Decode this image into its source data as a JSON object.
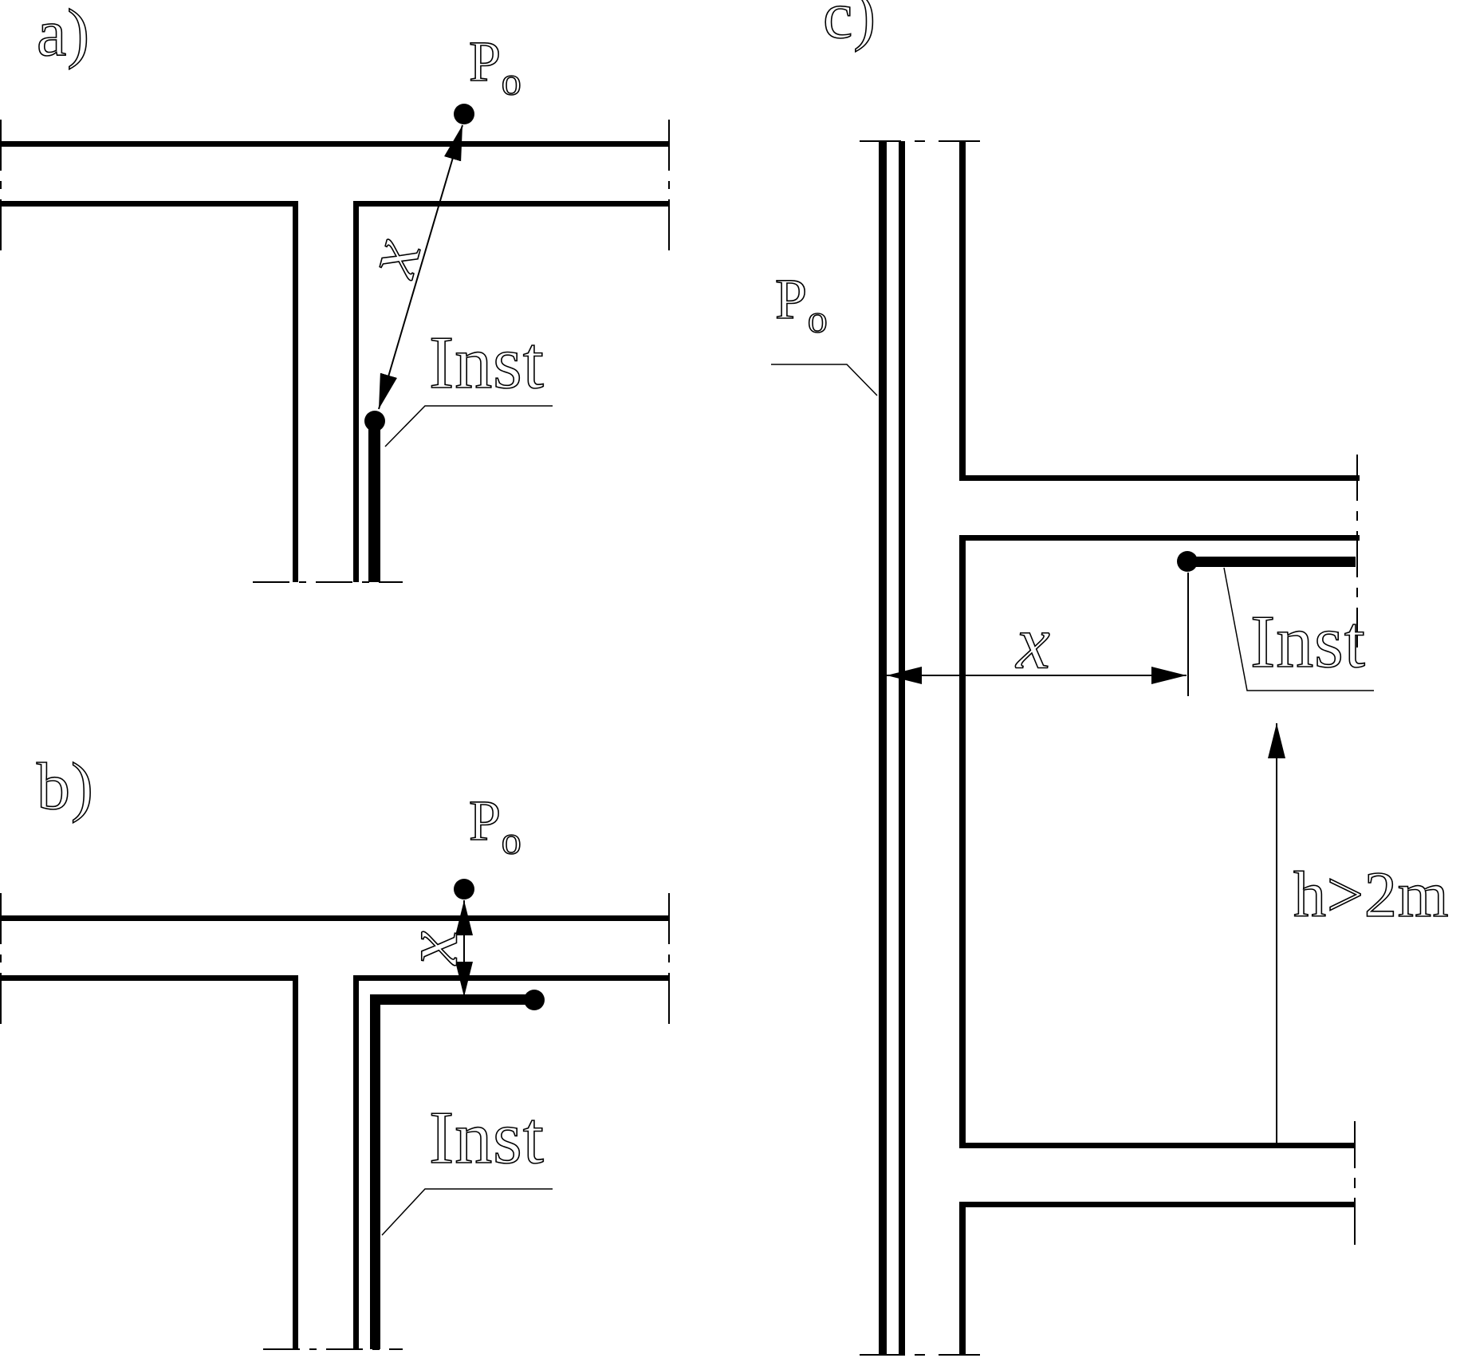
{
  "colors": {
    "ink": "#000000",
    "paper": "#ffffff"
  },
  "panels": {
    "a": {
      "label": "a)",
      "p0_main": "P",
      "p0_sub": "o",
      "dim_label": "x",
      "inst_label": "Inst"
    },
    "b": {
      "label": "b)",
      "p0_main": "P",
      "p0_sub": "o",
      "dim_label": "x",
      "inst_label": "Inst"
    },
    "c": {
      "label": "c)",
      "p0_main": "P",
      "p0_sub": "o",
      "dim_label": "x",
      "height_label": "h>2m",
      "inst_label": "Inst"
    }
  }
}
